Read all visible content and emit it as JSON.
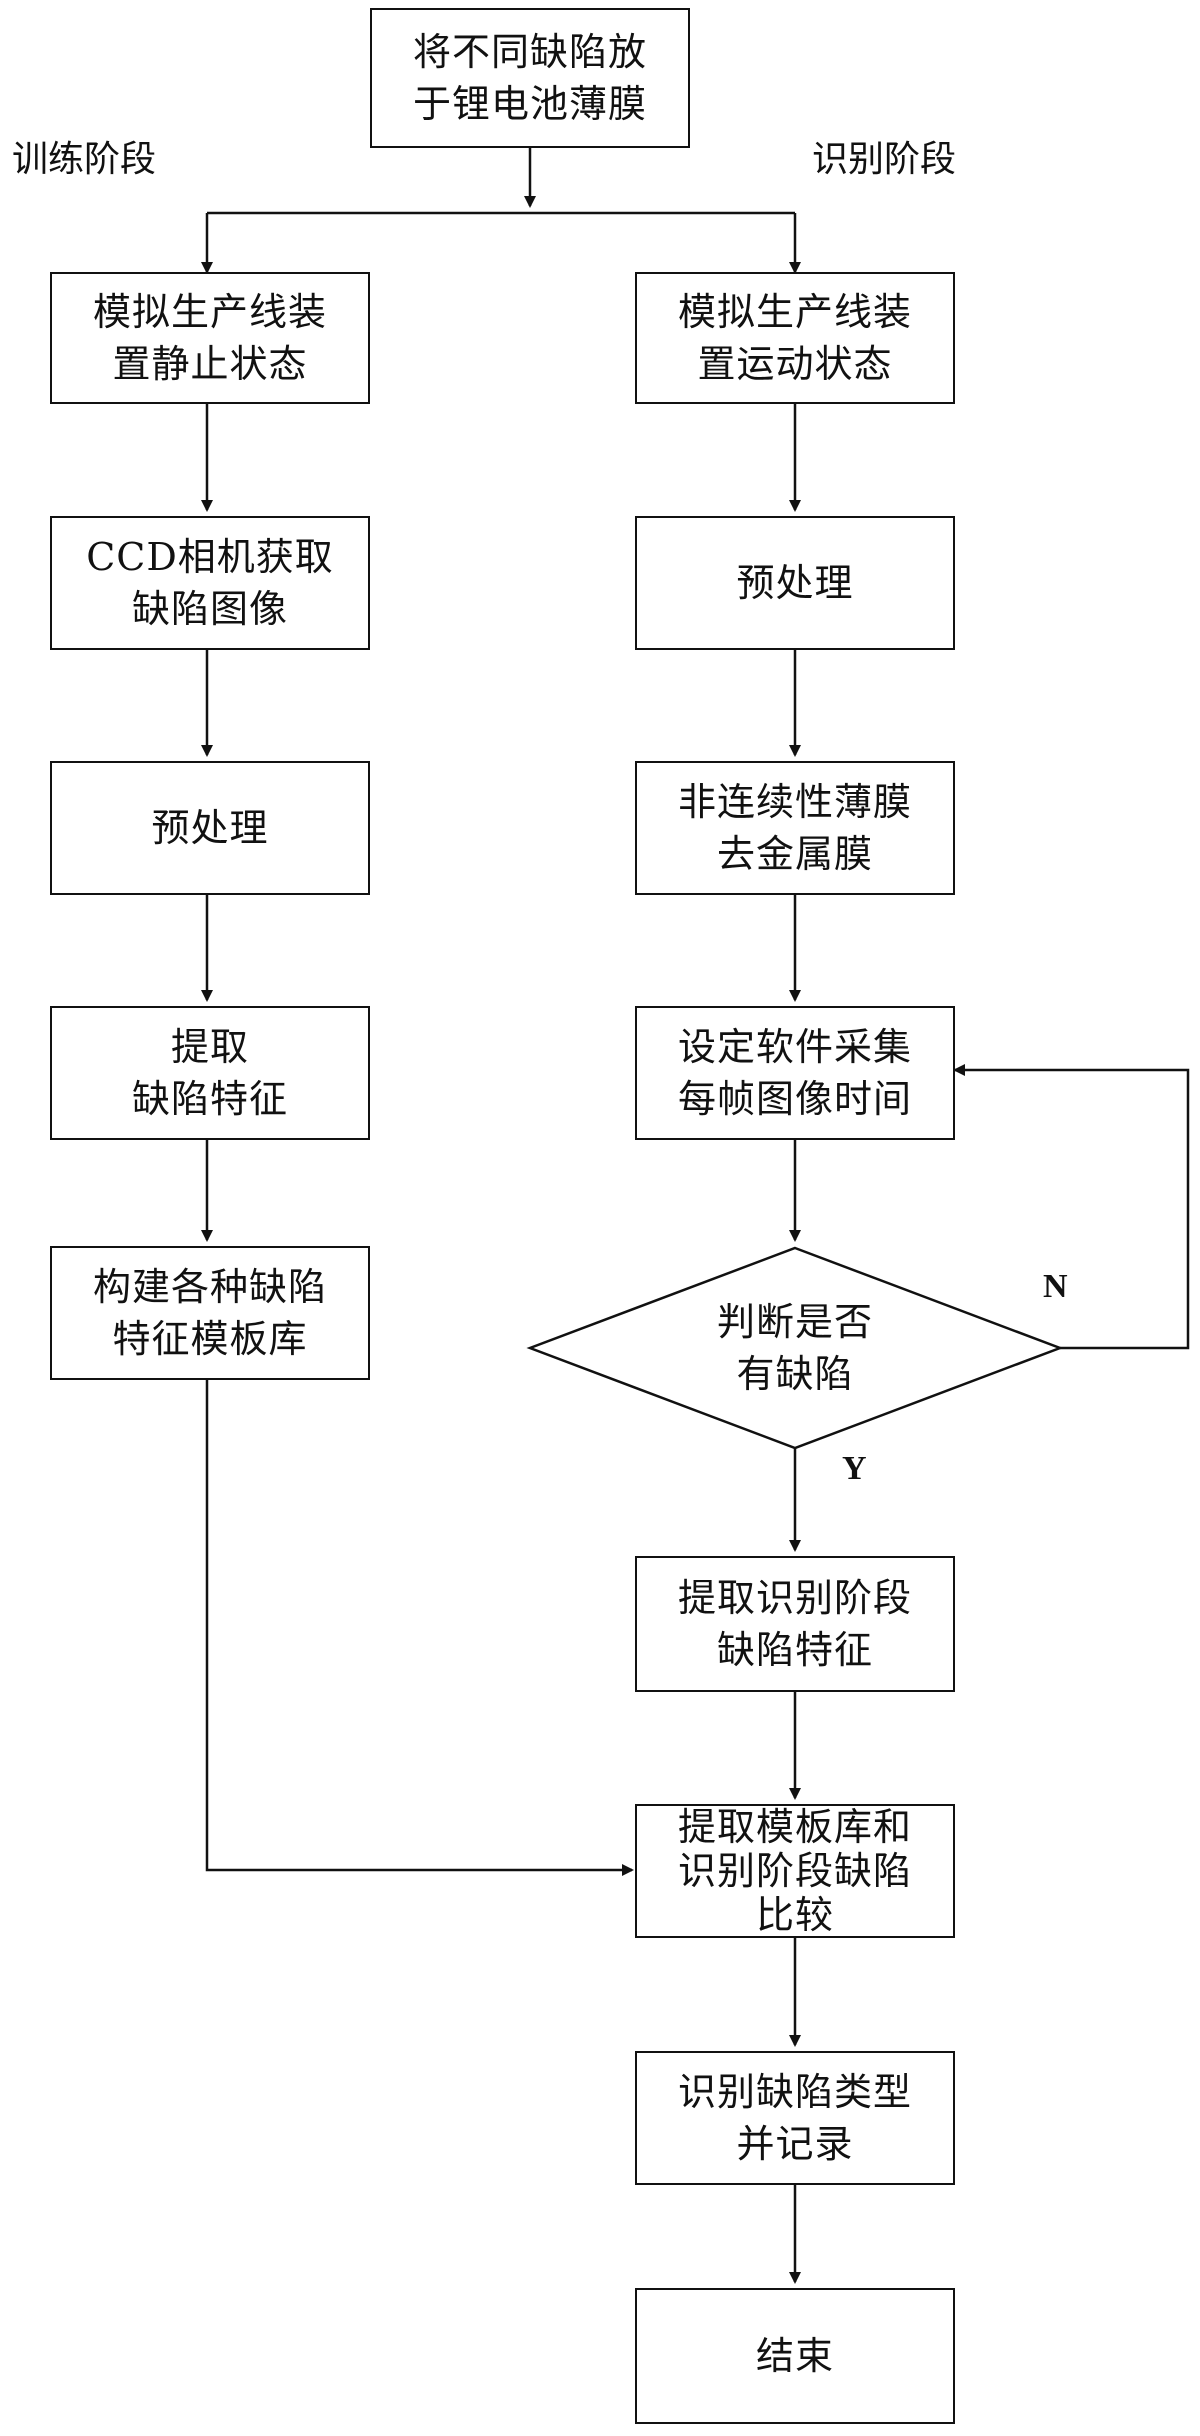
{
  "start": "将不同缺陷放\n于锂电池薄膜",
  "stages": {
    "training": "训练阶段",
    "recognition": "识别阶段"
  },
  "training_steps": [
    "模拟生产线装\n置静止状态",
    "CCD相机获取\n缺陷图像",
    "预处理",
    "提取\n缺陷特征",
    "构建各种缺陷\n特征模板库"
  ],
  "recognition_steps": [
    "模拟生产线装\n置运动状态",
    "预处理",
    "非连续性薄膜\n去金属膜",
    "设定软件采集\n每帧图像时间"
  ],
  "decision": {
    "text": "判断是否\n有缺陷",
    "no_label": "N",
    "yes_label": "Y"
  },
  "after_steps": [
    "提取识别阶段\n缺陷特征",
    "提取模板库和\n识别阶段缺陷\n比较",
    "识别缺陷类型\n并记录",
    "结束"
  ]
}
